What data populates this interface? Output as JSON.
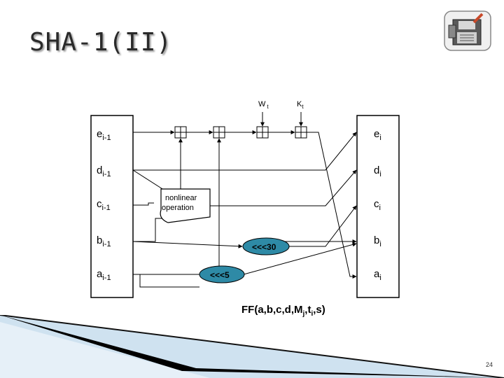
{
  "slide": {
    "title": "SHA-1(II)",
    "page_number": "24"
  },
  "diagram": {
    "inputs": [
      {
        "label": "e",
        "sub": "i-1"
      },
      {
        "label": "d",
        "sub": "i-1"
      },
      {
        "label": "c",
        "sub": "i-1"
      },
      {
        "label": "b",
        "sub": "i-1"
      },
      {
        "label": "a",
        "sub": "i-1"
      }
    ],
    "outputs": [
      {
        "label": "e",
        "sub": "i"
      },
      {
        "label": "d",
        "sub": "i"
      },
      {
        "label": "c",
        "sub": "i"
      },
      {
        "label": "b",
        "sub": "i"
      },
      {
        "label": "a",
        "sub": "i"
      }
    ],
    "top_inputs": [
      {
        "label": "W",
        "sub": "t"
      },
      {
        "label": "K",
        "sub": "t"
      }
    ],
    "nonlinear_label_1": "nonlinear",
    "nonlinear_label_2": "operation",
    "rotate_30": "<<<30",
    "rotate_5": "<<<5",
    "caption": {
      "prefix": "FF(a,b,c,d,M",
      "sub1": "j",
      "mid": ",t",
      "sub2": "i",
      "suffix": ",s)"
    }
  },
  "colors": {
    "rotate_fill": "#2e8aa6",
    "line": "#000000"
  }
}
